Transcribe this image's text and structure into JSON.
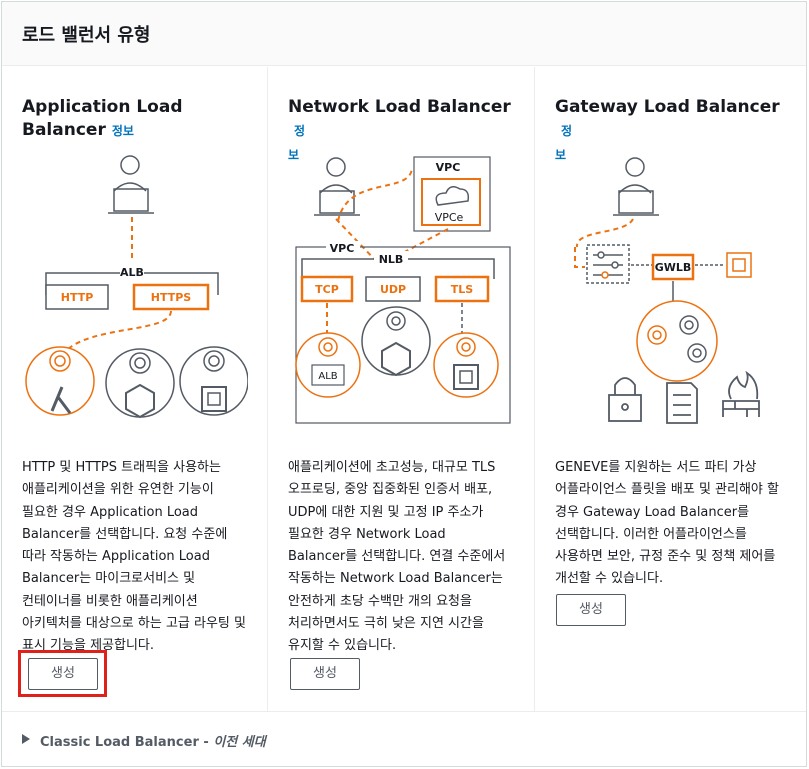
{
  "header": {
    "title": "로드 밸런서 유형"
  },
  "cards": [
    {
      "title_line1": "Application Load",
      "title_line2": "Balancer",
      "info": "정보",
      "diagram": {
        "alb": "ALB",
        "http": "HTTP",
        "https": "HTTPS"
      },
      "description": "HTTP 및 HTTPS 트래픽을 사용하는 애플리케이션을 위한 유연한 기능이 필요한 경우 Application Load Balancer를 선택합니다. 요청 수준에 따라 작동하는 Application Load Balancer는 마이크로서비스 및 컨테이너를 비롯한 애플리케이션 아키텍처를 대상으로 하는 고급 라우팅 및 표시 기능을 제공합니다.",
      "button": "생성"
    },
    {
      "title": "Network Load Balancer",
      "info_a": "정",
      "info_b": "보",
      "diagram": {
        "vpc_top": "VPC",
        "vpce": "VPCe",
        "vpc": "VPC",
        "nlb": "NLB",
        "tcp": "TCP",
        "udp": "UDP",
        "tls": "TLS",
        "alb": "ALB"
      },
      "description": "애플리케이션에 초고성능, 대규모 TLS 오프로딩, 중앙 집중화된 인증서 배포, UDP에 대한 지원 및 고정 IP 주소가 필요한 경우 Network Load Balancer를 선택합니다. 연결 수준에서 작동하는 Network Load Balancer는 안전하게 초당 수백만 개의 요청을 처리하면서도 극히 낮은 지연 시간을 유지할 수 있습니다.",
      "button": "생성"
    },
    {
      "title": "Gateway Load Balancer",
      "info_a": "정",
      "info_b": "보",
      "diagram": {
        "gwlb": "GWLB"
      },
      "description": "GENEVE를 지원하는 서드 파티 가상 어플라이언스 플릿을 배포 및 관리해야 할 경우 Gateway Load Balancer를 선택합니다. 이러한 어플라이언스를 사용하면 보안, 규정 준수 및 정책 제어를 개선할 수 있습니다.",
      "button": "생성"
    }
  ],
  "footer": {
    "label": "Classic Load Balancer",
    "separator": " - ",
    "sublabel": "이전 세대"
  },
  "colors": {
    "accent": "#ec7211",
    "link": "#0073bb",
    "highlight": "#e0201b",
    "icon": "#545b64"
  }
}
